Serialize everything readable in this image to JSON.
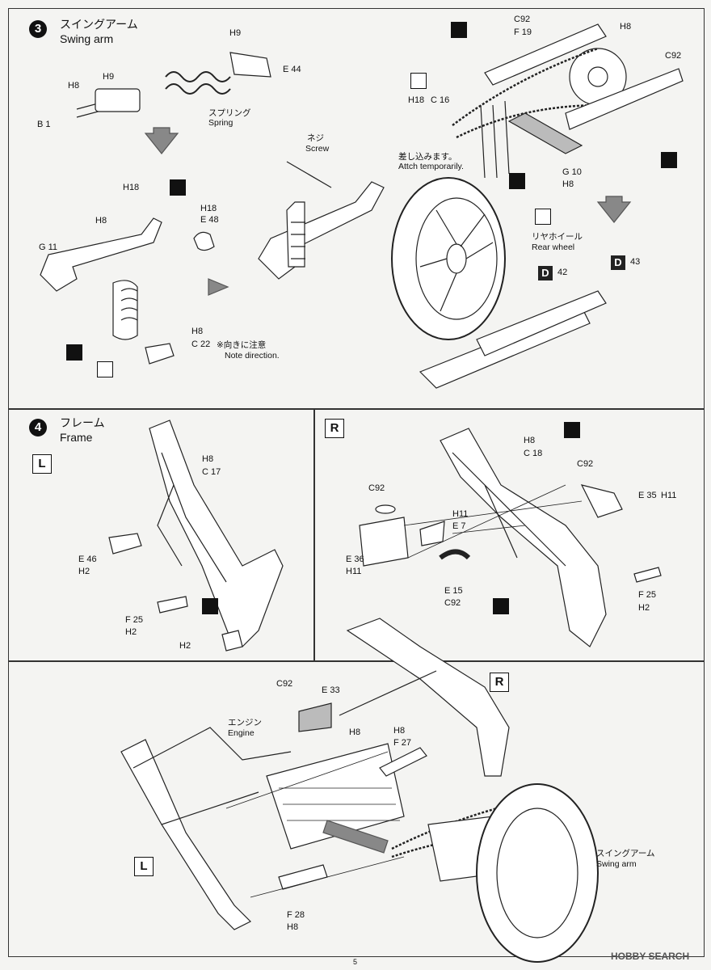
{
  "page_number": "5",
  "watermark": "HOBBY SEARCH",
  "step3": {
    "number": "3",
    "title_jp": "スイングアーム",
    "title_en": "Swing arm",
    "spring_jp": "スプリング",
    "spring_en": "Spring",
    "screw_jp": "ネジ",
    "screw_en": "Screw",
    "attach_jp": "差し込みます。",
    "attach_en": "Attch temporarily.",
    "rear_wheel_jp": "リヤホイール",
    "rear_wheel_en": "Rear wheel",
    "note_jp": "※向きに注意",
    "note_en": "Note direction.",
    "parts": {
      "ph9a": "H9",
      "ph9b": "H9",
      "ph8a": "H8",
      "ph8b": "H8",
      "ph18a": "H18",
      "ph18b": "H18",
      "ph18c": "H18",
      "ph8c": "H8",
      "ph8d": "H8",
      "ph8e": "H8",
      "pc92a": "C92",
      "pc92b": "C92",
      "e44": "E 44",
      "b1": "B 1",
      "g11": "G 11",
      "e48": "E 48",
      "c22": "C 22",
      "c16": "C 16",
      "f19": "F 19",
      "g10": "G 10",
      "d42": "42",
      "d43": "43"
    }
  },
  "step4": {
    "number": "4",
    "title_jp": "フレーム",
    "title_en": "Frame",
    "letter_L": "L",
    "letter_R": "R",
    "engine_jp": "エンジン",
    "engine_en": "Engine",
    "swing_jp": "スイングアーム",
    "swing_en": "Swing arm",
    "parts": {
      "ph8a": "H8",
      "c17": "C 17",
      "e46": "E 46",
      "ph2a": "H2",
      "f25a": "F 25",
      "ph2b": "H2",
      "ph2c": "H2",
      "ph8b": "H8",
      "c18": "C 18",
      "pc92a": "C92",
      "e35": "E 35",
      "ph11a": "H11",
      "pc92b": "C92",
      "ph11b": "H11",
      "e7": "E 7",
      "e36": "E 36",
      "ph11c": "H11",
      "e15": "E 15",
      "pc92c": "C92",
      "f25b": "F 25",
      "ph2d": "H2",
      "pc92d": "C92",
      "e33": "E 33",
      "ph8c": "H8",
      "ph8d": "H8",
      "f27": "F 27",
      "f28": "F 28",
      "ph8e": "H8"
    }
  }
}
